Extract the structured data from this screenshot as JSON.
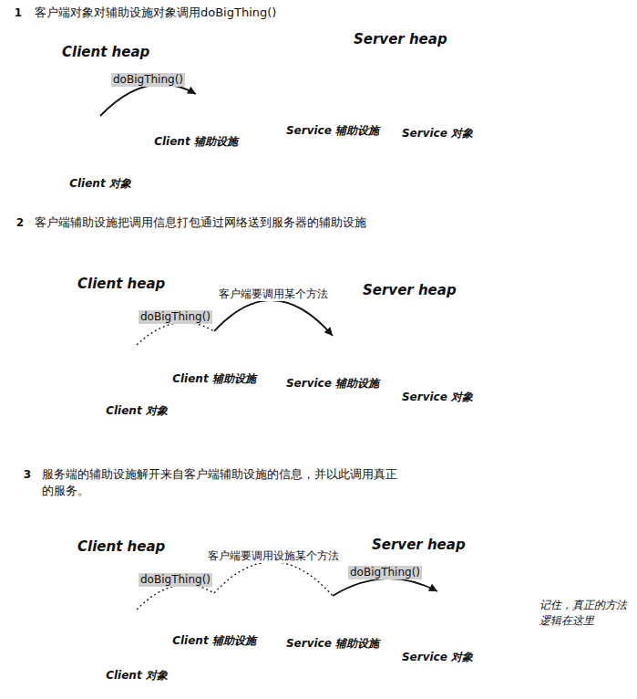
{
  "diagram": {
    "nodes": [
      {
        "text": [
          "Client heap"
        ]
      },
      {
        "text": [
          "Client 对象"
        ],
        "in": 0
      },
      {
        "text": [
          "Client 辅助设施"
        ],
        "in": 0
      },
      {
        "text": [
          "Server heap"
        ]
      },
      {
        "text": [
          "Service 辅助设施"
        ],
        "in": 3
      },
      {
        "text": [
          "Service 对象"
        ],
        "in": 3
      },
      {
        "text": [
          "Client heap"
        ]
      },
      {
        "text": [
          "Client 对象"
        ],
        "in": 6
      },
      {
        "text": [
          "Client 辅助设施"
        ],
        "in": 6
      },
      {
        "text": [
          "Server heap"
        ]
      },
      {
        "text": [
          "Service 辅助设施"
        ],
        "in": 9
      },
      {
        "text": [
          "Service 对象"
        ],
        "in": 9
      },
      {
        "text": [
          "Client heap"
        ]
      },
      {
        "text": [
          "Client 对象"
        ],
        "in": 12
      },
      {
        "text": [
          "Client 辅助设施"
        ],
        "in": 12
      },
      {
        "text": [
          "Server heap"
        ]
      },
      {
        "text": [
          "Service 辅助设施"
        ],
        "in": 15
      },
      {
        "text": [
          "Service 对象"
        ],
        "in": 15
      }
    ],
    "edges": [
      {
        "from": 1,
        "to": 2,
        "label": "doBigThing()",
        "arrow": "to"
      },
      {
        "from": 7,
        "to": 8,
        "label": "doBigThing()",
        "arrow": "none"
      },
      {
        "from": 8,
        "to": 10,
        "label": "客户端要调用某个方法",
        "arrow": "to"
      },
      {
        "from": 13,
        "to": 14,
        "label": "doBigThing()",
        "arrow": "none"
      },
      {
        "from": 14,
        "to": 16,
        "label": "客户端要调用设施某个方法",
        "arrow": "none"
      },
      {
        "from": 16,
        "to": 17,
        "label": "doBigThing()",
        "arrow": "to"
      }
    ],
    "labels": [
      "1",
      "客户端对象对辅助设施对象调用doBigThing()",
      "2",
      "客户端辅助设施把调用信息打包通过网络送到服务器的辅助设施",
      "3",
      "服务端的辅助设施解开来自客户端辅助设施的信息，并以此调用真正的服务。",
      "记住，真正的方法逻辑在这里"
    ]
  }
}
